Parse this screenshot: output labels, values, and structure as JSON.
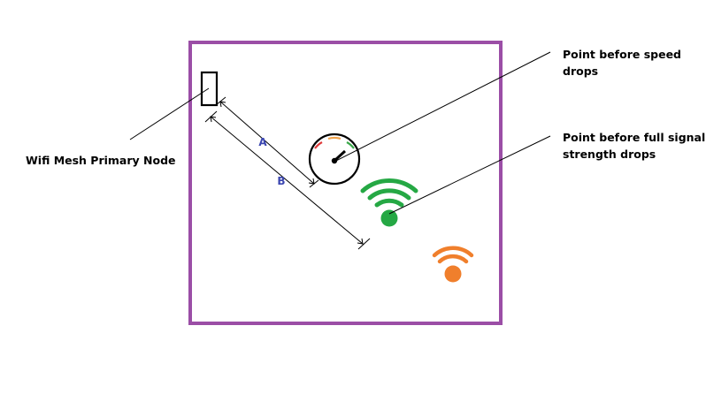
{
  "labels": {
    "primary_node": "Wifi Mesh Primary Node",
    "speed_point_line1": "Point before speed",
    "speed_point_line2": "drops",
    "signal_point_line1": "Point before full signal",
    "signal_point_line2": "strength drops",
    "distance_a": "A",
    "distance_b": "B"
  },
  "colors": {
    "room_border": "#9b4ea6",
    "dimension_label": "#3a45b0",
    "full_signal": "#25a844",
    "weak_signal": "#f07f2c",
    "gauge_red": "#e03b3b",
    "gauge_orange": "#f0a24a",
    "gauge_green": "#3aa84a",
    "ink": "#000000"
  },
  "icons": {
    "primary_node": "router-box-icon",
    "speed": "speedometer-icon",
    "full_signal": "wifi-signal-full-icon",
    "weak_signal": "wifi-signal-weak-icon"
  }
}
